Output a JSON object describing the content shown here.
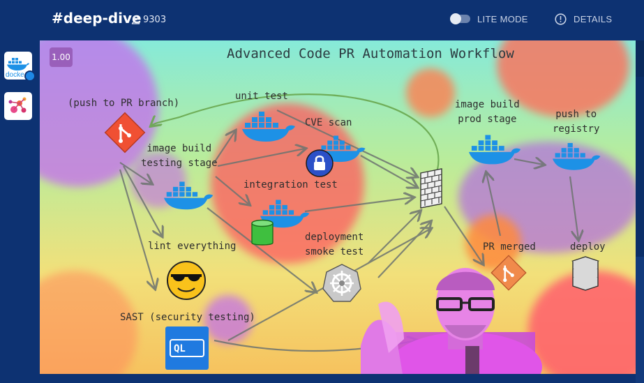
{
  "header": {
    "channel_title": "#deep-dive",
    "viewer_count": "9303",
    "lite_mode_label": "LITE MODE",
    "details_label": "DETAILS",
    "lite_mode_enabled": false
  },
  "sidebar": {
    "apps": [
      {
        "name": "docker",
        "label": "docke"
      },
      {
        "name": "cloud-native-app"
      }
    ]
  },
  "stream": {
    "zoom_level": "1.00",
    "whiteboard_title": "Advanced Code PR Automation Workflow",
    "labels": {
      "push_pr": "(push to PR branch)",
      "unit_test": "unit test",
      "cve_scan": "CVE scan",
      "image_build_testing_1": "image build",
      "image_build_testing_2": "testing stage",
      "integration_test": "integration test",
      "lint_everything": "lint everything",
      "deployment_smoke_1": "deployment",
      "deployment_smoke_2": "smoke test",
      "sast": "SAST (security testing)",
      "image_build_prod_1": "image build",
      "image_build_prod_2": "prod stage",
      "push_registry_1": "push to",
      "push_registry_2": "registry",
      "pr_merged": "PR merged",
      "deploy": "deploy",
      "ql_badge": "QL"
    }
  },
  "colors": {
    "header_bg": "#0d3272",
    "docker_blue": "#1d91e6",
    "git_orange": "#f05033"
  }
}
